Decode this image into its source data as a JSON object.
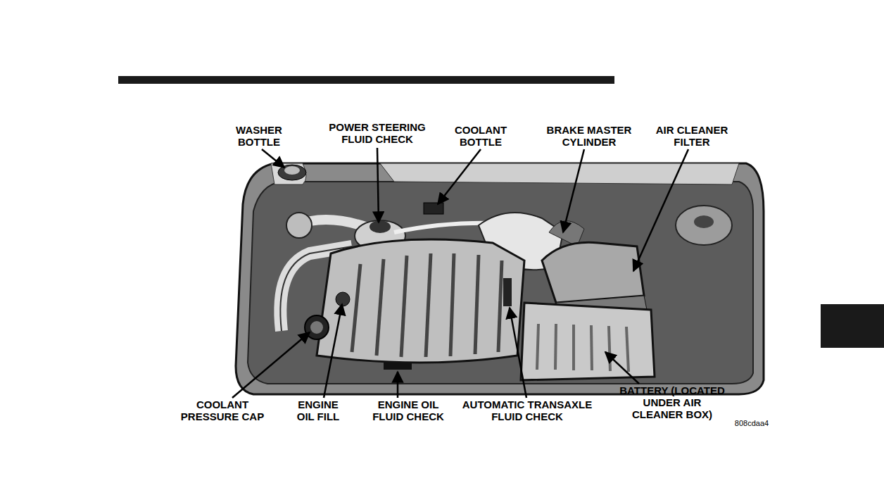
{
  "diagram": {
    "labels": [
      "WASHER BOTTLE",
      "POWER STEERING FLUID CHECK",
      "COOLANT BOTTLE",
      "BRAKE MASTER CYLINDER",
      "AIR CLEANER FILTER",
      "COOLANT PRESSURE CAP",
      "ENGINE OIL FILL",
      "ENGINE OIL FLUID CHECK",
      "AUTOMATIC TRANSAXLE FLUID CHECK",
      "BATTERY (LOCATED UNDER AIR CLEANER BOX)",
      "808cdaa4"
    ]
  }
}
